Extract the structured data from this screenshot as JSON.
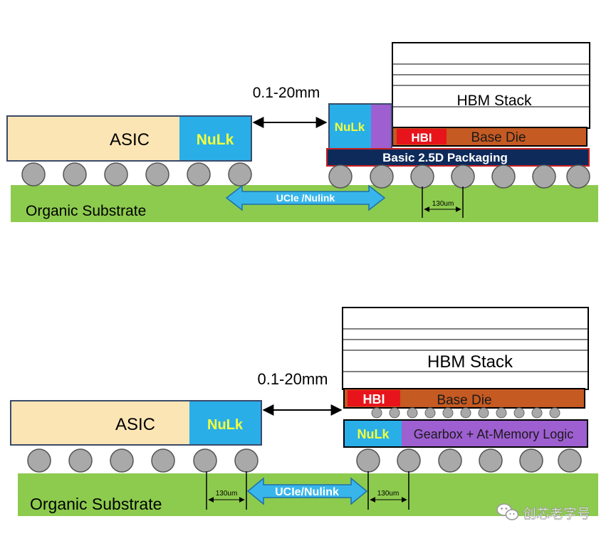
{
  "top": {
    "asic_label": "ASIC",
    "nulk_label": "NuLk",
    "nulk_hbm_label": "NuLk",
    "hbm_stack_label": "HBM Stack",
    "hbi_label": "HBI",
    "base_die_label": "Base Die",
    "packaging_label": "Basic 2.5D Packaging",
    "distance_label": "0.1-20mm",
    "link_label": "UCIe /Nulink",
    "pitch_label": "130um",
    "substrate_label": "Organic Substrate"
  },
  "bottom": {
    "asic_label": "ASIC",
    "nulk_label": "NuLk",
    "nulk_hbm_label": "NuLk",
    "hbm_stack_label": "HBM Stack",
    "hbi_label": "HBI",
    "base_die_label": "Base Die",
    "gearbox_label": "Gearbox + At-Memory Logic",
    "distance_label": "0.1-20mm",
    "link_label": "UCIe/Nulink",
    "pitch_left_label": "130um",
    "pitch_right_label": "130um",
    "substrate_label": "Organic Substrate"
  },
  "watermark": {
    "text": "创芯老字号",
    "icon": "wechat-icon"
  },
  "colors": {
    "substrate": "#8dcb4e",
    "asic": "#fce5b4",
    "nulk": "#29aee8",
    "nulk_text": "#f4ff3a",
    "hbi": "#e8141b",
    "base_die": "#c55a22",
    "packaging": "#0d2a5a",
    "gearbox": "#9e5fd1",
    "bump": "#a9a9a9",
    "link_arrow": "#38b6ec"
  }
}
